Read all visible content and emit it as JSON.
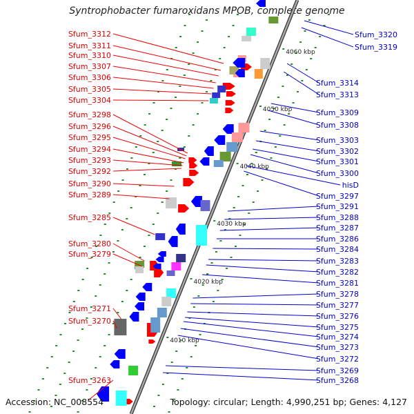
{
  "title": "Syntrophobacter fumaroxidans MPOB, complete genome",
  "accession": "Accession: NC_008554",
  "summary": "Topology: circular; Length: 4,990,251 bp; Genes: 4,127",
  "scale_labels": [
    "4060 kbp",
    "4050 kbp",
    "4040 kbp",
    "4030 kbp",
    "4020 kbp",
    "4010 kbp"
  ],
  "left_labels": [
    "Sfum_3312",
    "Sfum_3311",
    "Sfum_3310",
    "Sfum_3307",
    "Sfum_3306",
    "Sfum_3305",
    "Sfum_3304",
    "Sfum_3298",
    "Sfum_3296",
    "Sfum_3295",
    "Sfum_3294",
    "Sfum_3293",
    "Sfum_3292",
    "Sfum_3290",
    "Sfum_3289",
    "Sfum_3285",
    "Sfum_3280",
    "Sfum_3279",
    "Sfum_3271",
    "Sfum_3270",
    "Sfum_3263"
  ],
  "right_labels": [
    "Sfum_3320",
    "Sfum_3319",
    "Sfum_3314",
    "Sfum_3313",
    "Sfum_3309",
    "Sfum_3308",
    "Sfum_3303",
    "Sfum_3302",
    "Sfum_3301",
    "Sfum_3300",
    "hisD",
    "Sfum_3297",
    "Sfum_3291",
    "Sfum_3288",
    "Sfum_3287",
    "Sfum_3286",
    "Sfum_3284",
    "Sfum_3283",
    "Sfum_3282",
    "Sfum_3281",
    "Sfum_3278",
    "Sfum_3277",
    "Sfum_3276",
    "Sfum_3275",
    "Sfum_3274",
    "Sfum_3273",
    "Sfum_3272",
    "Sfum_3269",
    "Sfum_3268"
  ],
  "colors": {
    "forward_strand": "#ee0000",
    "reverse_strand": "#0000ee",
    "backbone": "#888888",
    "left_label": "#dd0000",
    "right_label": "#0000cc"
  }
}
